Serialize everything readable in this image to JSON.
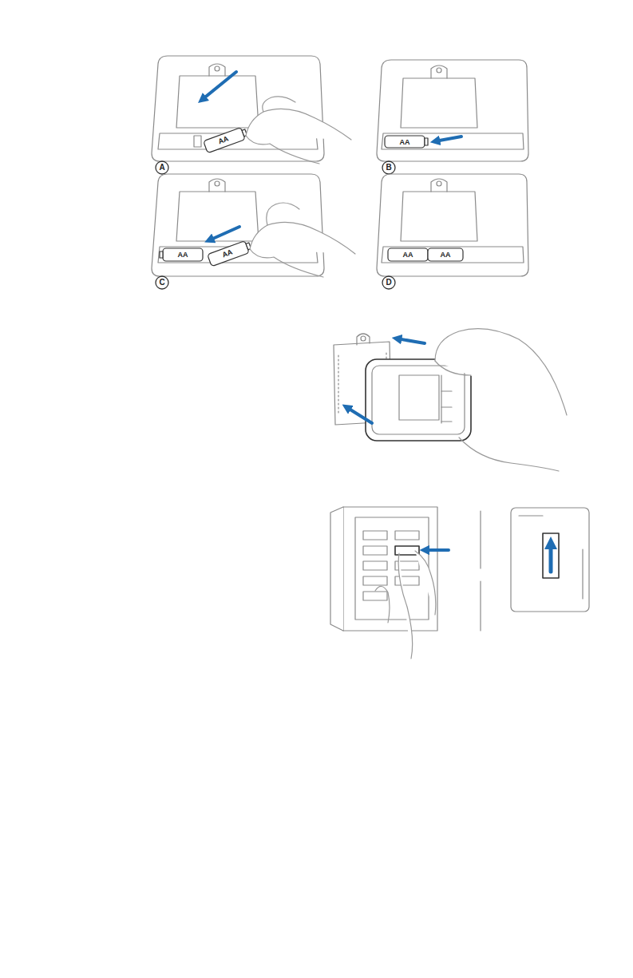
{
  "diagram": {
    "labels": [
      "AA",
      "A",
      "AA",
      "B",
      "AA",
      "AA",
      "C",
      "AA",
      "AA",
      "D"
    ]
  }
}
